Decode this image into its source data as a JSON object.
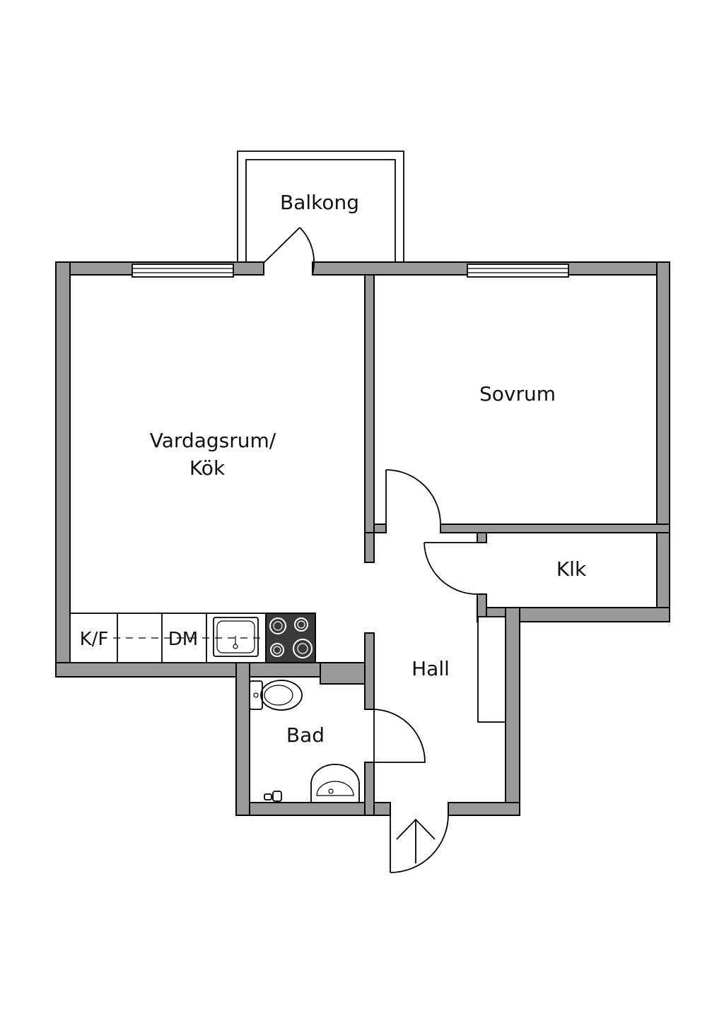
{
  "rooms": {
    "balcony": "Balkong",
    "living_line1": "Vardagsrum/",
    "living_line2": "Kök",
    "bedroom": "Sovrum",
    "closet": "Klk",
    "hall": "Hall",
    "bath": "Bad"
  },
  "appliances": {
    "fridge": "K/F",
    "dishwasher": "DM"
  },
  "colors": {
    "wall": "#9a9a9a",
    "stove": "#3a3a3a",
    "line": "#000000",
    "background": "#ffffff"
  }
}
